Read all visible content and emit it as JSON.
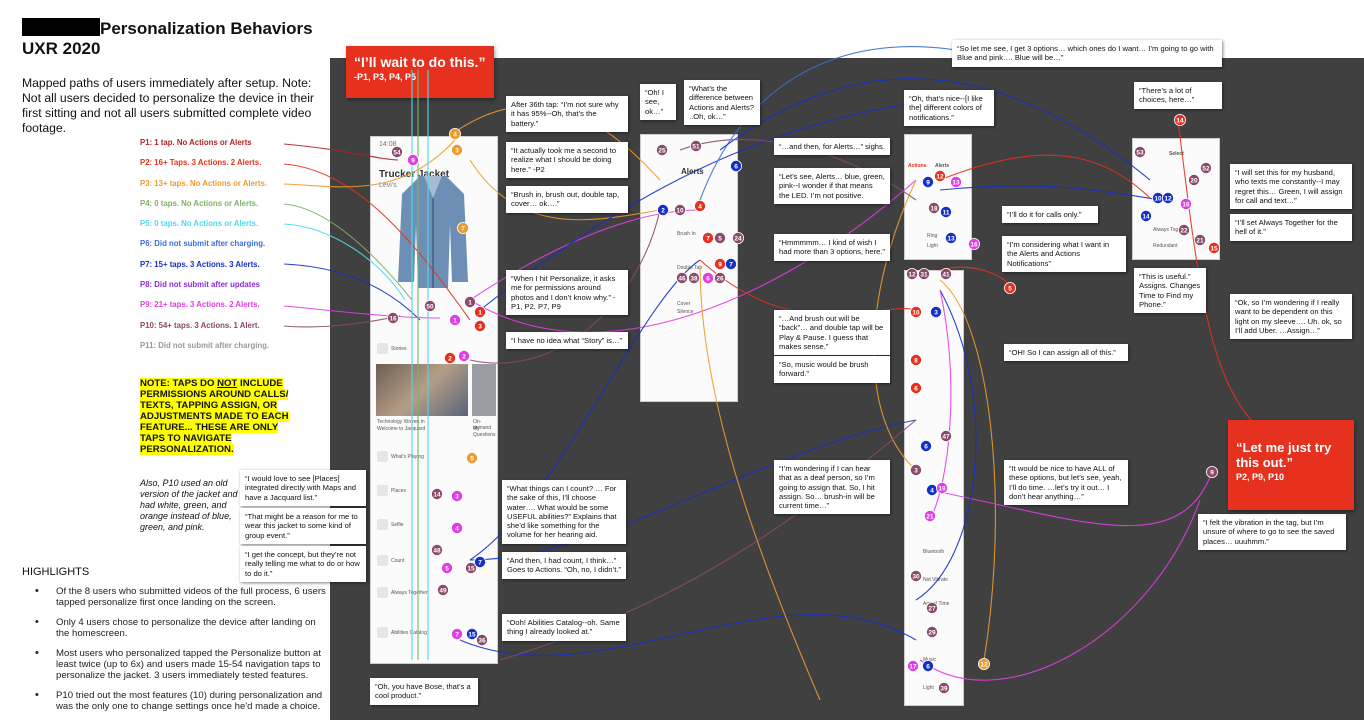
{
  "header": {
    "title": "Personalization Behaviors",
    "subtitle": "UXR 2020",
    "intro": "Mapped paths of users immediately after setup. Note: Not all users decided to personalize the device in their first sitting and not all users submitted complete video footage."
  },
  "legend": [
    {
      "label": "P1: 1 tap. No Actions or Alerts",
      "color": "#b22222"
    },
    {
      "label": "P2: 16+ Taps. 3 Actions. 2 Alerts.",
      "color": "#e6311e"
    },
    {
      "label": "P3: 13+ taps. No Actions or Alerts.",
      "color": "#ee9a2c"
    },
    {
      "label": "P4: 0 taps. No Actions or Alerts.",
      "color": "#7fb069"
    },
    {
      "label": "P5: 0 taps. No Actions or Alerts.",
      "color": "#4fd8ec"
    },
    {
      "label": "P6: Did not submit after charging.",
      "color": "#3d6fd6"
    },
    {
      "label": "P7: 15+ taps. 3 Actions. 3 Alerts.",
      "color": "#1330c8"
    },
    {
      "label": "P8: Did not submit after updates",
      "color": "#8a2be2"
    },
    {
      "label": "P9: 21+ taps. 3 Actions. 2 Alerts.",
      "color": "#e23ce6"
    },
    {
      "label": "P10: 54+ taps. 3 Actions. 1 Alert.",
      "color": "#8a4a6b"
    },
    {
      "label": "P11: Did not submit after charging.",
      "color": "#999999"
    }
  ],
  "note": {
    "line1": "NOTE: TAPS DO ",
    "not": "NOT",
    "line2": " INCLUDE PERMISSIONS AROUND CALLS/ TEXTS, TAPPING ASSIGN, OR ADJUSTMENTS MADE TO EACH FEATURE... THESE ARE ONLY TAPS TO NAVIGATE PERSONALIZATION.",
    "also": "Also, P10 used an old version of the jacket and had white, green, and orange instead of blue, green, and pink."
  },
  "highlights": {
    "title": "HIGHLIGHTS",
    "items": [
      "Of the 8 users who submitted videos of the full process, 6 users tapped personalize first once landing on the screen.",
      "Only 4 users chose to personalize the device after landing on the homescreen.",
      "Most users who personalized tapped the Personalize button at least twice (up to 6x) and users made 15-54 navigation taps to personalize the jacket. 3 users immediately tested features.",
      "P10 tried out the most features (10) during personalization and was the only one to change settings once he'd made a choice."
    ]
  },
  "big_quotes": [
    {
      "quote": "“I’ll wait to do this.”",
      "who": "-P1, P3, P4, P5"
    },
    {
      "quote": "“Let me just try this out.”",
      "who": "P2, P9, P10"
    }
  ],
  "phones": {
    "home": {
      "time": "14:08",
      "title": "Trucker Jacket",
      "brand": "Levi's",
      "rows": [
        "Stories",
        "Technology Woven In",
        "Welcome to Jacquard",
        "On-demand",
        "My Questions",
        "What's Playing",
        "Places",
        "Selfie",
        "Count",
        "Always Together",
        "Abilities Catalog"
      ]
    },
    "gestures": {
      "title": "Alerts",
      "rows": [
        "Brush In",
        "Double Tap",
        "Cover",
        "Silence"
      ]
    },
    "alerts": {
      "title": "Alerts",
      "tab": "Actions",
      "rows": [
        "Ring",
        "Light"
      ]
    },
    "abilities": {
      "rows": [
        "Bluetooth",
        "Not Vibrate",
        "Arrival Time",
        "Music",
        "Light"
      ]
    },
    "select": {
      "title": "Select",
      "rows": [
        "Always Together",
        "Redundant"
      ]
    }
  },
  "callouts": [
    {
      "id": "c1",
      "text": "After 36th tap: “I’m not sure why it has 95%--Oh, that’s the battery.”"
    },
    {
      "id": "c2",
      "text": "“It actually took me a second to realize what I should be doing here.” -P2"
    },
    {
      "id": "c3",
      "text": "“Brush in, brush out, double tap, cover… ok….”"
    },
    {
      "id": "c4",
      "text": "“When I hit Personalize, it asks me for permissions around photos and I don’t know why.” -P1, P2, P7, P9"
    },
    {
      "id": "c5",
      "text": "“I have no idea what “Story” is…”"
    },
    {
      "id": "c6",
      "text": "“Oh! I see, ok…”"
    },
    {
      "id": "c7",
      "text": "“What’s the difference between Actions and Alerts? ..Oh, ok…”"
    },
    {
      "id": "c8",
      "text": "“…and then, for Alerts…” sighs."
    },
    {
      "id": "c9",
      "text": "“Let’s see, Alerts… blue, green, pink--I wonder if that means the LED. I’m not positive."
    },
    {
      "id": "c10",
      "text": "“Hmmmmm… I kind of wish I had more than 3 options, here.”"
    },
    {
      "id": "c11",
      "text": "“…And brush out will be “back”… and double tap will be Play & Pause. I guess that makes sense.”"
    },
    {
      "id": "c12",
      "text": "“So, music would be brush forward.”"
    },
    {
      "id": "c13",
      "text": "“I’m wondering if I can hear that as a deaf person, so I’m going to assign that. So, I hit assign. So… brush-in will be current time…”"
    },
    {
      "id": "c14",
      "text": "“What things can I count? … For the sake of this, I’ll choose water…. What would be some USEFUL abilities?” Explains that she’d like something for the volume for her hearing aid."
    },
    {
      "id": "c15",
      "text": "“And then, I had count, I think…” Goes to Actions. “Oh, no, I didn’t.”"
    },
    {
      "id": "c16",
      "text": "“Ooh! Abilities Catalog--oh. Same thing I already looked at.”"
    },
    {
      "id": "c17",
      "text": "“Oh, you have Bose, that’s a cool product.”"
    },
    {
      "id": "c18",
      "text": "“I would love to see [Places] integrated directly with Maps and have a Jacquard list.”"
    },
    {
      "id": "c19",
      "text": "“That might be a reason for me to wear this jacket to some kind of group event.”"
    },
    {
      "id": "c20",
      "text": "“I get the concept, but they’re not really telling me what to do or how to do it.”"
    },
    {
      "id": "c21",
      "text": "“So let me see, I get 3 options… which ones do I want… I’m going to go with Blue and pink…. Blue will be…”"
    },
    {
      "id": "c22",
      "text": "“Oh, that’s nice--[I like the] different colors of notifications.”"
    },
    {
      "id": "c23",
      "text": "“I’ll do it for calls only.”"
    },
    {
      "id": "c24",
      "text": "“I’m considering what I want in the Alerts and Actions Notifications”"
    },
    {
      "id": "c25",
      "text": "“OH! So I can assign all of this.”"
    },
    {
      "id": "c26",
      "text": "“It would be nice to have ALL of these options, but let’s see, yeah, I’ll do time. …let’s try it out… I don’t hear anything…”"
    },
    {
      "id": "c27",
      "text": "“There’s a lot of choices, here…”"
    },
    {
      "id": "c28",
      "text": "“I will set this for my husband, who texts me constantly--I may regret this… Green, I will assign for call and text…”"
    },
    {
      "id": "c29",
      "text": "“I’ll set Always Together for the hell of it.”"
    },
    {
      "id": "c30",
      "text": "“This is useful.” Assigns. Changes Time to Find my Phone.”"
    },
    {
      "id": "c31",
      "text": "“Ok, so I’m wondering if I really want to be dependent on this light on my sleeve…. Uh. ok, so I’ll add Uber. …Assign…”"
    },
    {
      "id": "c32",
      "text": "“I felt the vibration in the tag, but I’m unsure of where to go to see the saved places… uuuhmm.”"
    }
  ],
  "dots": [
    {
      "n": "54",
      "c": "#8a4a6b"
    },
    {
      "n": "9",
      "c": "#e23ce6"
    },
    {
      "n": "4",
      "c": "#ee9a2c"
    },
    {
      "n": "3",
      "c": "#ee9a2c"
    },
    {
      "n": "7",
      "c": "#ee9a2c"
    },
    {
      "n": "50",
      "c": "#8a4a6b"
    },
    {
      "n": "1",
      "c": "#8a4a6b"
    },
    {
      "n": "16",
      "c": "#8a4a6b"
    },
    {
      "n": "1",
      "c": "#e23ce6"
    },
    {
      "n": "1",
      "c": "#e6311e"
    },
    {
      "n": "3",
      "c": "#e6311e"
    },
    {
      "n": "2",
      "c": "#e6311e"
    },
    {
      "n": "2",
      "c": "#e23ce6"
    },
    {
      "n": "5",
      "c": "#ee9a2c"
    },
    {
      "n": "14",
      "c": "#8a4a6b"
    },
    {
      "n": "3",
      "c": "#e23ce6"
    },
    {
      "n": "4",
      "c": "#e23ce6"
    },
    {
      "n": "48",
      "c": "#8a4a6b"
    },
    {
      "n": "5",
      "c": "#e23ce6"
    },
    {
      "n": "15",
      "c": "#8a4a6b"
    },
    {
      "n": "7",
      "c": "#1330c8"
    },
    {
      "n": "49",
      "c": "#8a4a6b"
    },
    {
      "n": "7",
      "c": "#e23ce6"
    },
    {
      "n": "15",
      "c": "#1330c8"
    },
    {
      "n": "36",
      "c": "#8a4a6b"
    },
    {
      "n": "2",
      "c": "#1330c8"
    },
    {
      "n": "10",
      "c": "#8a4a6b"
    },
    {
      "n": "7",
      "c": "#e6311e"
    },
    {
      "n": "5",
      "c": "#8a4a6b"
    },
    {
      "n": "24",
      "c": "#8a4a6b"
    },
    {
      "n": "46",
      "c": "#8a4a6b"
    },
    {
      "n": "38",
      "c": "#8a4a6b"
    },
    {
      "n": "6",
      "c": "#e23ce6"
    },
    {
      "n": "26",
      "c": "#8a4a6b"
    },
    {
      "n": "51",
      "c": "#8a4a6b"
    },
    {
      "n": "6",
      "c": "#1330c8"
    },
    {
      "n": "4",
      "c": "#e6311e"
    },
    {
      "n": "9",
      "c": "#e6311e"
    },
    {
      "n": "7",
      "c": "#1330c8"
    },
    {
      "n": "12",
      "c": "#e6311e"
    },
    {
      "n": "13",
      "c": "#e23ce6"
    },
    {
      "n": "9",
      "c": "#1330c8"
    },
    {
      "n": "18",
      "c": "#8a4a6b"
    },
    {
      "n": "11",
      "c": "#1330c8"
    },
    {
      "n": "13",
      "c": "#1330c8"
    },
    {
      "n": "16",
      "c": "#e23ce6"
    },
    {
      "n": "12",
      "c": "#8a4a6b"
    },
    {
      "n": "31",
      "c": "#8a4a6b"
    },
    {
      "n": "41",
      "c": "#8a4a6b"
    },
    {
      "n": "5",
      "c": "#e6311e"
    },
    {
      "n": "10",
      "c": "#e6311e"
    },
    {
      "n": "3",
      "c": "#1330c8"
    },
    {
      "n": "8",
      "c": "#e6311e"
    },
    {
      "n": "6",
      "c": "#e6311e"
    },
    {
      "n": "47",
      "c": "#8a4a6b"
    },
    {
      "n": "6",
      "c": "#1330c8"
    },
    {
      "n": "3",
      "c": "#8a4a6b"
    },
    {
      "n": "4",
      "c": "#1330c8"
    },
    {
      "n": "19",
      "c": "#e23ce6"
    },
    {
      "n": "21",
      "c": "#e23ce6"
    },
    {
      "n": "30",
      "c": "#8a4a6b"
    },
    {
      "n": "27",
      "c": "#8a4a6b"
    },
    {
      "n": "29",
      "c": "#8a4a6b"
    },
    {
      "n": "17",
      "c": "#e23ce6"
    },
    {
      "n": "6",
      "c": "#1330c8"
    },
    {
      "n": "39",
      "c": "#8a4a6b"
    },
    {
      "n": "12",
      "c": "#ee9a2c"
    },
    {
      "n": "53",
      "c": "#8a4a6b"
    },
    {
      "n": "14",
      "c": "#e6311e"
    },
    {
      "n": "20",
      "c": "#8a4a6b"
    },
    {
      "n": "52",
      "c": "#8a4a6b"
    },
    {
      "n": "10",
      "c": "#1330c8"
    },
    {
      "n": "12",
      "c": "#1330c8"
    },
    {
      "n": "14",
      "c": "#1330c8"
    },
    {
      "n": "16",
      "c": "#e23ce6"
    },
    {
      "n": "22",
      "c": "#8a4a6b"
    },
    {
      "n": "21",
      "c": "#8a4a6b"
    },
    {
      "n": "15",
      "c": "#e6311e"
    },
    {
      "n": "9",
      "c": "#8a4a6b"
    },
    {
      "n": "25",
      "c": "#8a4a6b"
    }
  ],
  "colors": {
    "canvas": "#404040",
    "accent_red": "#e6311e"
  }
}
